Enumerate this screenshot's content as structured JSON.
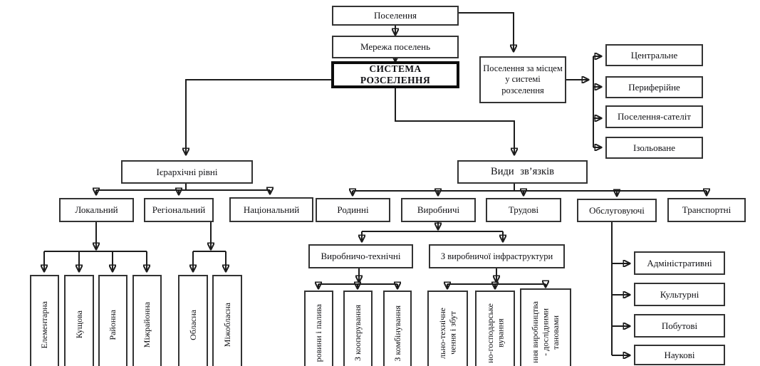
{
  "colors": {
    "line": "#1c1c1c",
    "border": "#333333",
    "text": "#101014",
    "background": "#ffffff"
  },
  "root": {
    "poselennia": "Поселення",
    "merezha": "Мережа поселень",
    "systema": "СИСТЕМА РОЗСЕЛЕННЯ"
  },
  "place_group": {
    "parent": "Поселення за місцем у системі розселення",
    "children": [
      "Центральне",
      "Периферійне",
      "Поселення-сателіт",
      "Ізольоване"
    ]
  },
  "hierarchy": {
    "parent": "Ієрархічні рівні",
    "levels": [
      "Локальний",
      "Регіональний",
      "Національний"
    ],
    "local_children": [
      "Елементарна",
      "Кущова",
      "Районна",
      "Міжрайонна"
    ],
    "regional_children": [
      "Обласна",
      "Міжобласна"
    ]
  },
  "links": {
    "parent": "Види зв’язків",
    "types": [
      "Родинні",
      "Виробничі",
      "Трудові",
      "Обслуговуючі",
      "Транспортні"
    ],
    "production": {
      "technical": {
        "label": "Виробничо-технічні",
        "children": [
          "ровини і палива",
          "З кооперування",
          "З комбінування"
        ]
      },
      "infrastructure": {
        "label": "З виробничої інфраструктури",
        "children": [
          {
            "lines": [
              "льно-технічне",
              "чення і збут"
            ]
          },
          {
            "lines": [
              "но-господарське",
              "вування"
            ]
          },
          {
            "lines": [
              "ння виробництва",
              "- дослідними",
              "тановами"
            ]
          }
        ]
      }
    },
    "service_children": [
      "Адміністративні",
      "Культурні",
      "Побутові",
      "Наукові"
    ]
  }
}
